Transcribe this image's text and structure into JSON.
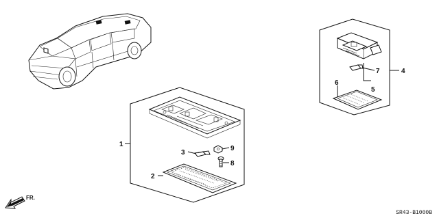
{
  "callouts": {
    "c1": "1",
    "c2": "2",
    "c3": "3",
    "c4": "4",
    "c5": "5",
    "c6": "6",
    "c7": "7",
    "c8": "8",
    "c9": "9"
  },
  "direction_label": "FR.",
  "diagram_code": "SR43-B1000B",
  "colors": {
    "line": "#111111",
    "background": "#ffffff"
  }
}
